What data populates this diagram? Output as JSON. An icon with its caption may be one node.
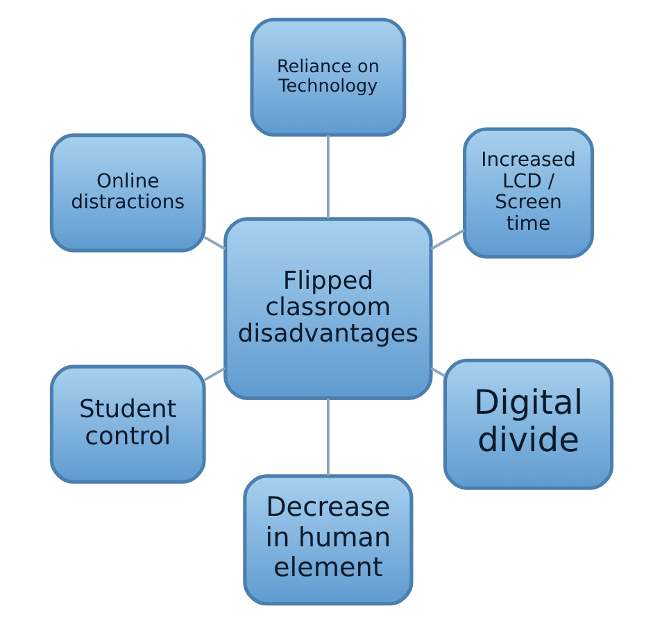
{
  "diagram": {
    "nodes": [
      {
        "text": [
          "Increased LCD / Screen time"
        ]
      },
      {
        "text": [
          "Reliance on Technology"
        ]
      },
      {
        "text": [
          "Online distractions"
        ]
      },
      {
        "text": [
          "Flipped classroom disadvantages"
        ]
      },
      {
        "text": [
          "Student control"
        ]
      },
      {
        "text": [
          "Decrease in human element"
        ]
      },
      {
        "text": [
          "Digital divide"
        ]
      }
    ],
    "edges": [
      {
        "from": 3,
        "to": 0,
        "arrow": "none"
      },
      {
        "from": 3,
        "to": 1,
        "arrow": "none"
      },
      {
        "from": 3,
        "to": 2,
        "arrow": "none"
      },
      {
        "from": 3,
        "to": 4,
        "arrow": "none"
      },
      {
        "from": 3,
        "to": 5,
        "arrow": "none"
      },
      {
        "from": 3,
        "to": 6,
        "arrow": "none"
      }
    ]
  }
}
